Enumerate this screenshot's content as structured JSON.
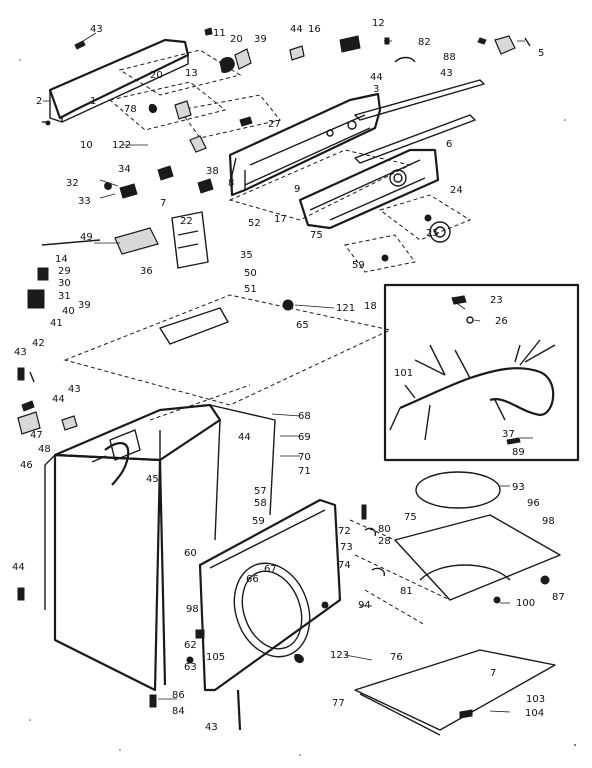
{
  "diagram": {
    "callouts": [
      "43",
      "11",
      "20",
      "39",
      "44",
      "16",
      "12",
      "82",
      "5",
      "2",
      "1",
      "13",
      "20",
      "88",
      "44",
      "43",
      "78",
      "3",
      "27",
      "10",
      "122",
      "38",
      "6",
      "34",
      "32",
      "33",
      "7",
      "8",
      "9",
      "24",
      "22",
      "52",
      "17",
      "75",
      "25",
      "49",
      "14",
      "29",
      "30",
      "31",
      "39",
      "41",
      "40",
      "35",
      "50",
      "51",
      "36",
      "59",
      "18",
      "23",
      "26",
      "121",
      "65",
      "43",
      "42",
      "101",
      "43",
      "44",
      "47",
      "48",
      "68",
      "44",
      "69",
      "70",
      "71",
      "37",
      "89",
      "46",
      "45",
      "93",
      "57",
      "58",
      "59",
      "96",
      "98",
      "60",
      "72",
      "80",
      "73",
      "28",
      "74",
      "75",
      "67",
      "66",
      "81",
      "87",
      "100",
      "94",
      "98",
      "105",
      "62",
      "63",
      "86",
      "84",
      "43",
      "123",
      "76",
      "7",
      "103",
      "104",
      "77",
      "44"
    ]
  }
}
